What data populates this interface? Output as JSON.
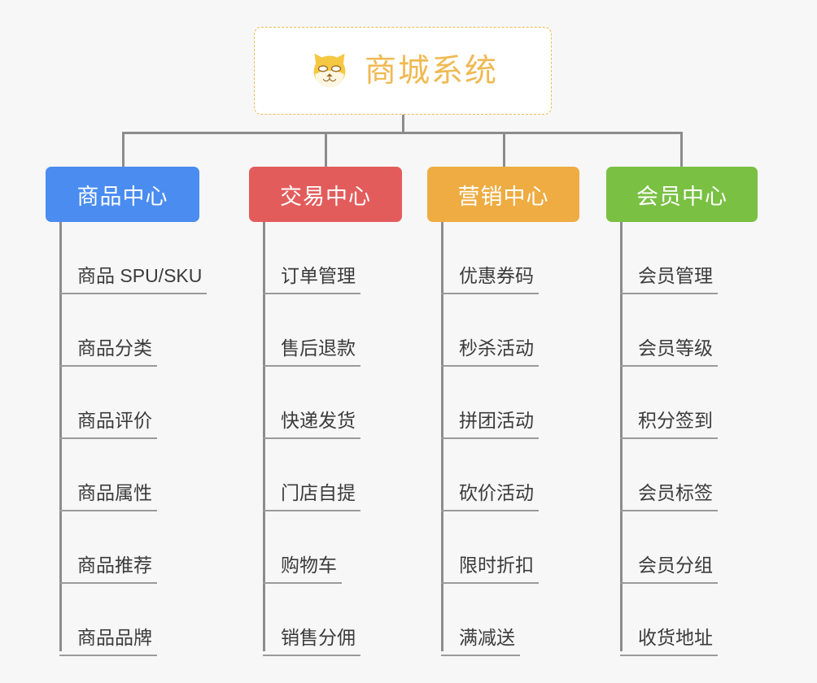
{
  "diagram": {
    "type": "org-chart",
    "background_color": "#f7f7f7",
    "connector_color": "#8c8c8c",
    "root": {
      "title": "商城系统",
      "icon": "shiba-dog-face-icon",
      "border_color": "#f0b952",
      "text_color": "#f0b952",
      "background_color": "#ffffff"
    },
    "categories": [
      {
        "label": "商品中心",
        "color": "#4a8cf0",
        "items": [
          "商品 SPU/SKU",
          "商品分类",
          "商品评价",
          "商品属性",
          "商品推荐",
          "商品品牌"
        ]
      },
      {
        "label": "交易中心",
        "color": "#e35c5c",
        "items": [
          "订单管理",
          "售后退款",
          "快递发货",
          "门店自提",
          "购物车",
          "销售分佣"
        ]
      },
      {
        "label": "营销中心",
        "color": "#eeac42",
        "items": [
          "优惠券码",
          "秒杀活动",
          "拼团活动",
          "砍价活动",
          "限时折扣",
          "满减送"
        ]
      },
      {
        "label": "会员中心",
        "color": "#79c043",
        "items": [
          "会员管理",
          "会员等级",
          "积分签到",
          "会员标签",
          "会员分组",
          "收货地址"
        ]
      }
    ]
  }
}
